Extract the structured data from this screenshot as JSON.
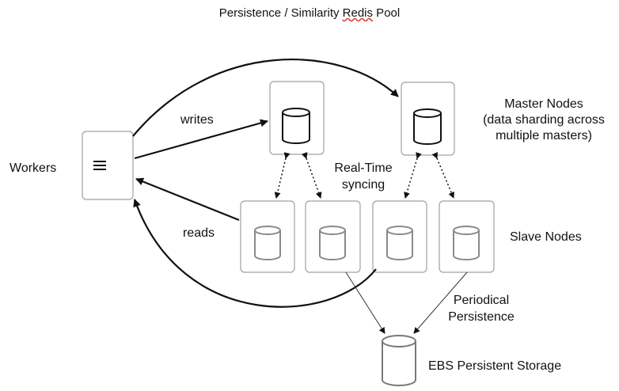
{
  "title": {
    "prefix": "Persistence / Similarity ",
    "redis": "Redis",
    "suffix": " Pool"
  },
  "labels": {
    "workers": "Workers",
    "writes": "writes",
    "reads": "reads",
    "master_nodes_line1": "Master Nodes",
    "master_nodes_line2": "(data sharding across",
    "master_nodes_line3": "multiple masters)",
    "realtime_line1": "Real-Time",
    "realtime_line2": "syncing",
    "slave_nodes": "Slave Nodes",
    "periodical_line1": "Periodical",
    "periodical_line2": "Persistence",
    "ebs": "EBS Persistent Storage"
  },
  "icons": {
    "worker": "hamburger-menu-icon",
    "master": "database-cylinder-icon",
    "slave": "database-cylinder-icon",
    "storage": "database-cylinder-icon"
  },
  "colors": {
    "stroke": "#111111",
    "box_border": "#9a9a9a",
    "slave_db": "#8a8a8a",
    "storage_db": "#7a7a7a"
  }
}
